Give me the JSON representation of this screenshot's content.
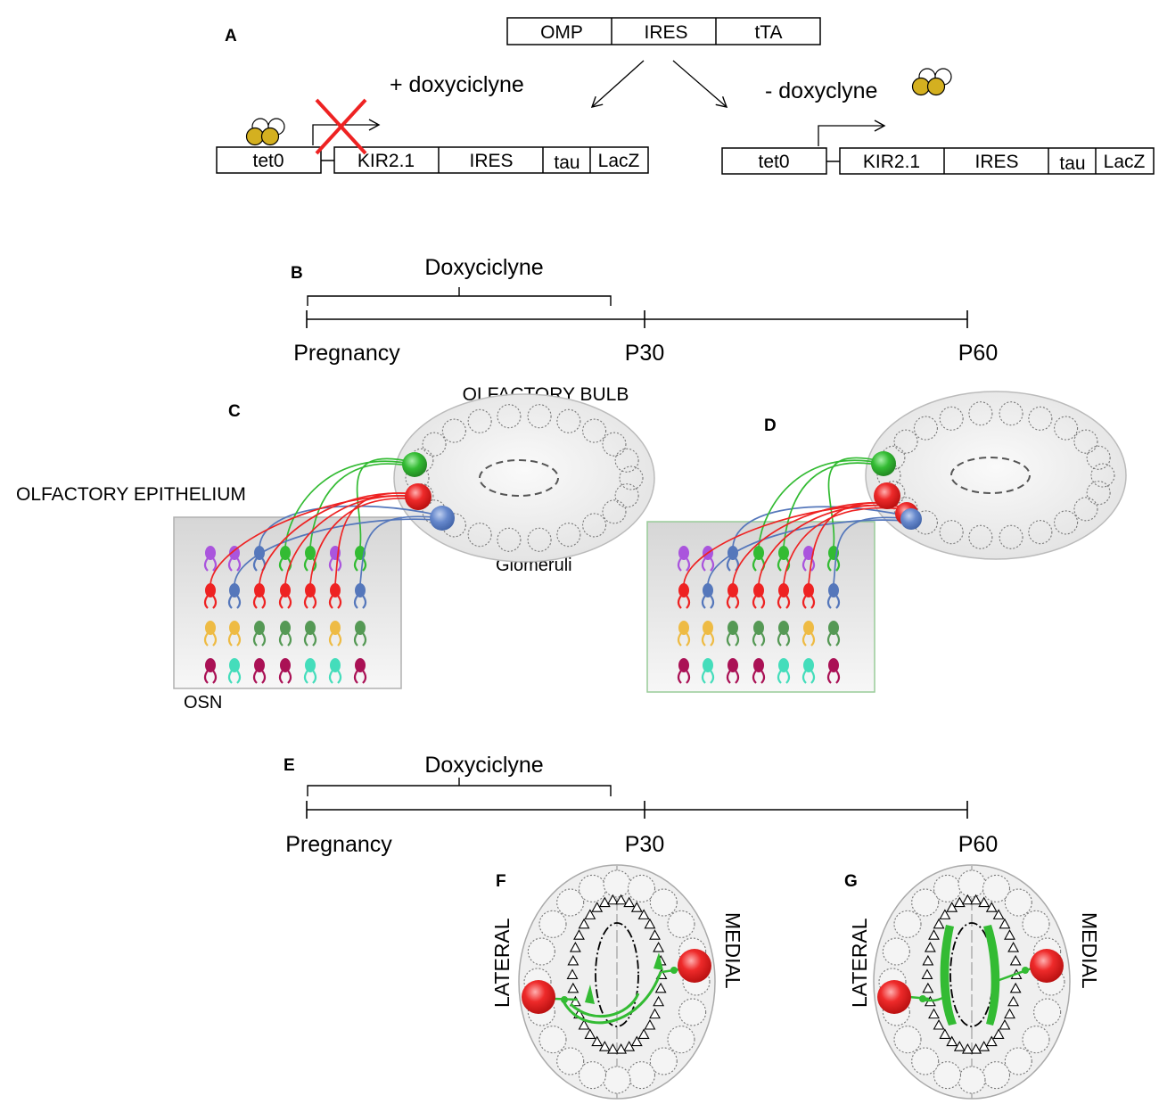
{
  "panel_a": {
    "letter": "A",
    "driver_parts": [
      "OMP",
      "IRES",
      "tTA"
    ],
    "left_condition": "+ doxyciclyne",
    "right_condition": "- doxyclyne",
    "operator": "tet0",
    "target_parts": [
      "KIR2.1",
      "IRES",
      "tau",
      "LacZ"
    ]
  },
  "panel_b": {
    "letter": "B",
    "treatment": "Doxyciclyne",
    "timepoints": [
      "Pregnancy",
      "P30",
      "P60"
    ]
  },
  "panel_c": {
    "letter": "C",
    "bulb_label": "OLFACTORY BULB",
    "epithelium_label": "OLFACTORY EPITHELIUM",
    "glomeruli_label": "Glomeruli",
    "osn_label": "OSN"
  },
  "panel_d": {
    "letter": "D"
  },
  "panel_e": {
    "letter": "E",
    "treatment": "Doxyciclyne",
    "timepoints": [
      "Pregnancy",
      "P30",
      "P60"
    ]
  },
  "panel_f": {
    "letter": "F",
    "left_side": "LATERAL",
    "right_side": "MEDIAL"
  },
  "panel_g": {
    "letter": "G",
    "left_side": "LATERAL",
    "right_side": "MEDIAL"
  },
  "colors": {
    "red": "#ee2222",
    "green": "#33bb33",
    "blue": "#5577bb",
    "purple": "#aa55dd",
    "orange": "#eebb44",
    "dark_green": "#559955",
    "magenta": "#aa1155",
    "cyan": "#44ddbb",
    "dox_yellow": "#d4b020",
    "epithelium_border_d": "#99cc99"
  }
}
